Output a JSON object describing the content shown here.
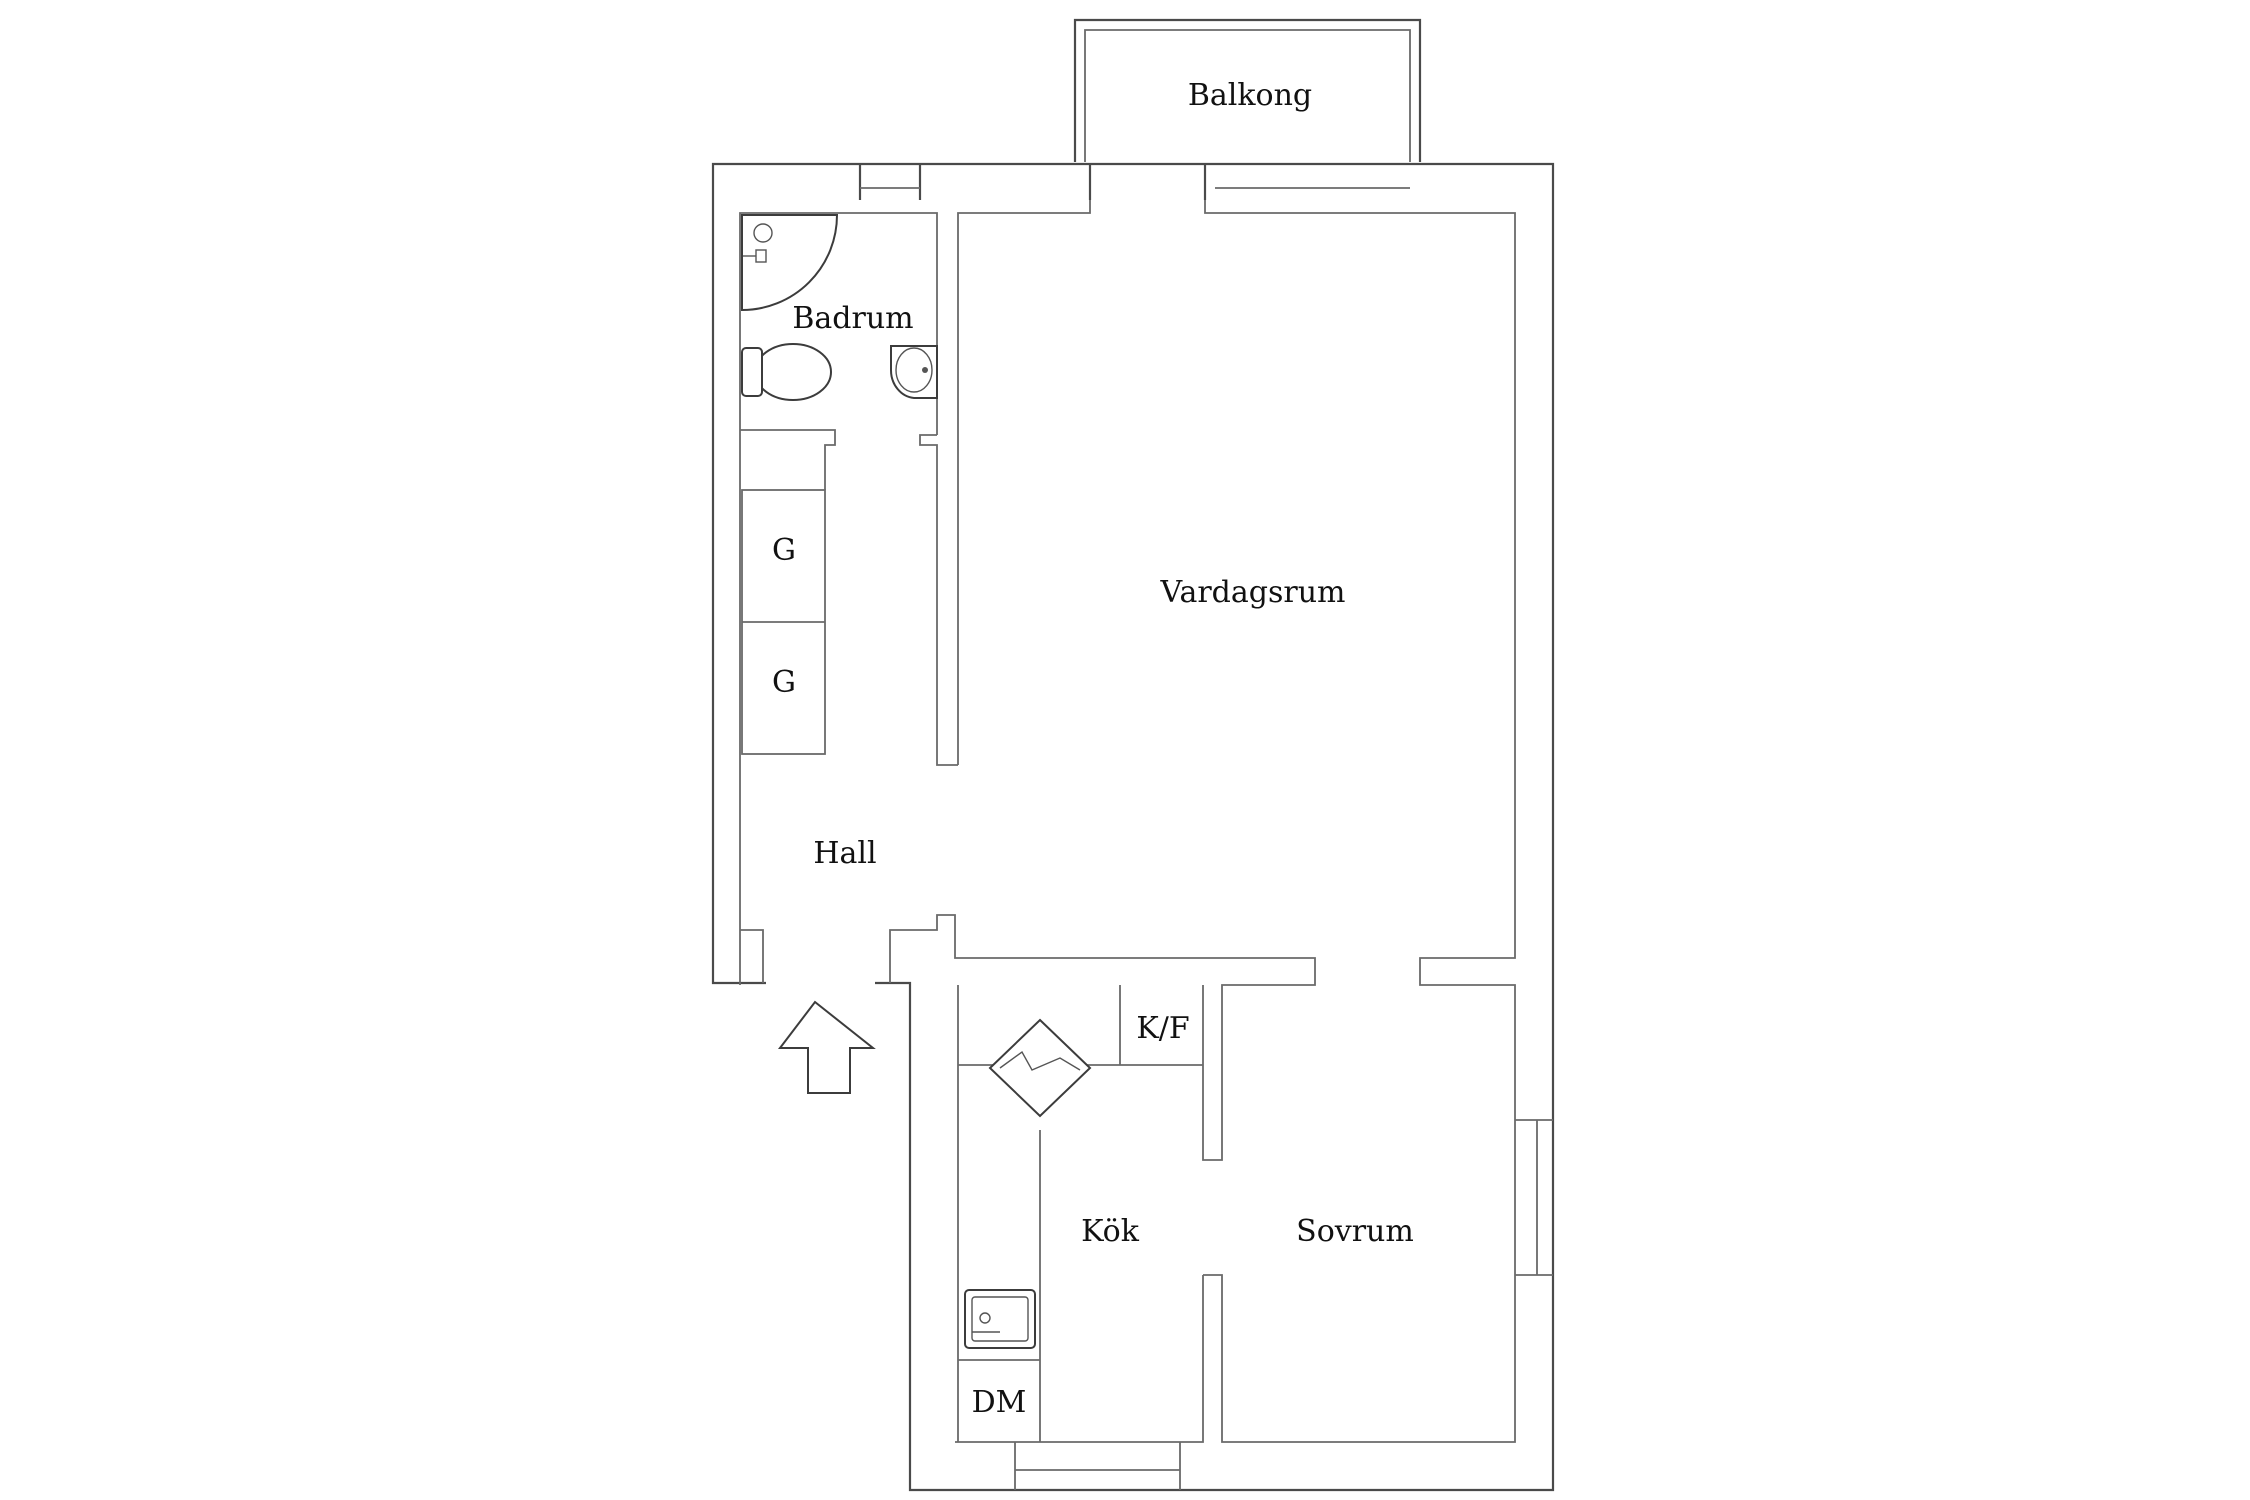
{
  "rooms": {
    "balkong": "Balkong",
    "badrum": "Badrum",
    "vardagsrum": "Vardagsrum",
    "hall": "Hall",
    "kok": "Kök",
    "sovrum": "Sovrum"
  },
  "fixtures": {
    "wardrobe_1": "G",
    "wardrobe_2": "G",
    "fridge_freezer": "K/F",
    "dishwasher": "DM"
  },
  "icons": {
    "entrance": "up-arrow-icon",
    "stove": "stove-icon",
    "sink": "kitchen-sink-icon",
    "toilet": "toilet-icon",
    "washbasin": "washbasin-icon",
    "shower": "shower-icon"
  }
}
